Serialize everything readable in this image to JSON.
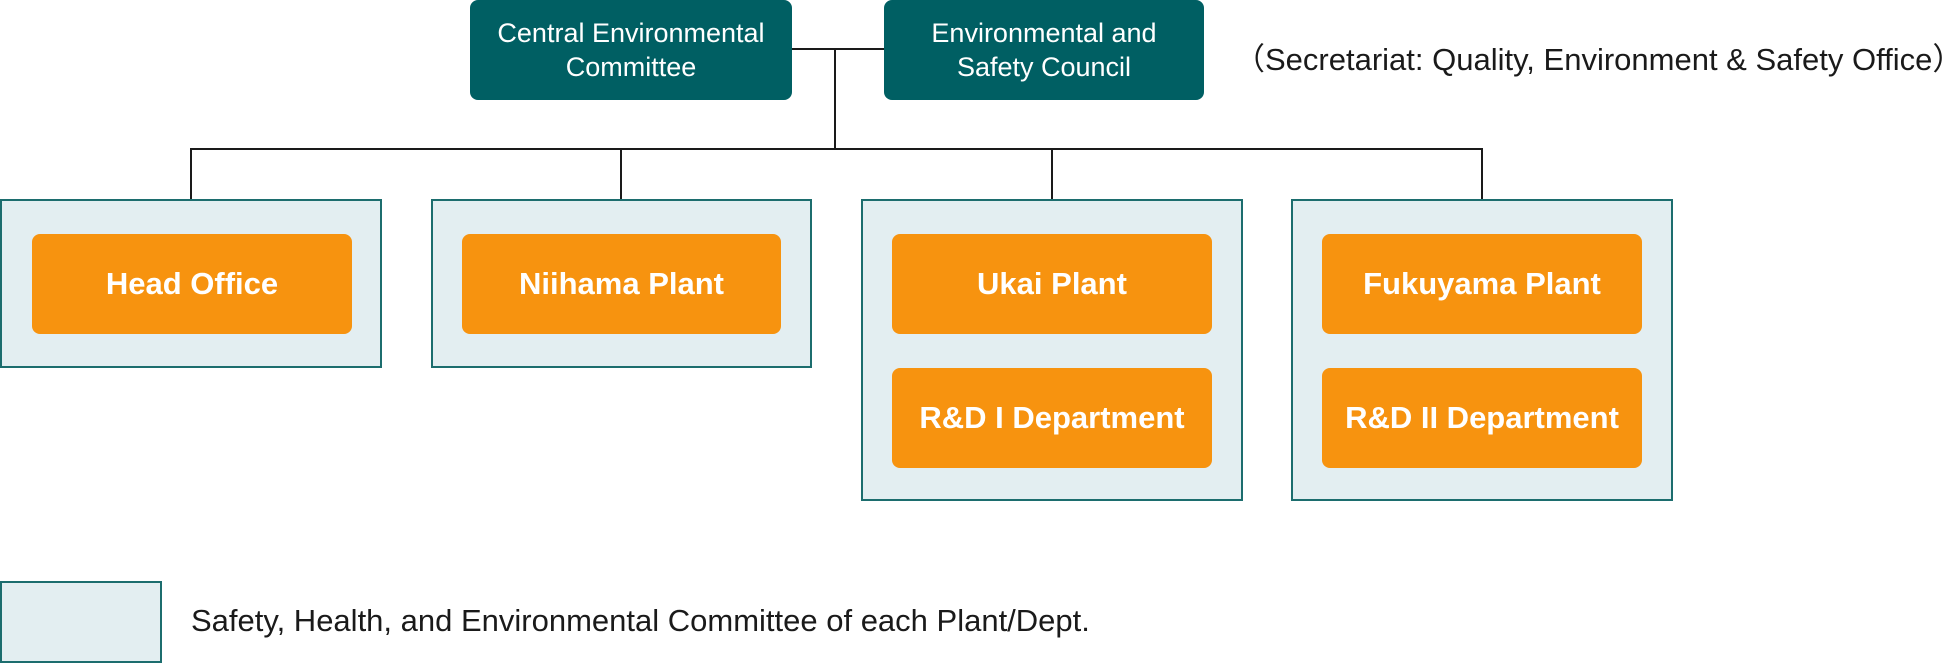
{
  "top": {
    "committee": "Central Environmental\nCommittee",
    "council": "Environmental and\nSafety Council",
    "secretariat": "（Secretariat: Quality, Environment & Safety Office）"
  },
  "groups": [
    {
      "units": [
        "Head Office"
      ]
    },
    {
      "units": [
        "Niihama Plant"
      ]
    },
    {
      "units": [
        "Ukai Plant",
        "R&D I Department"
      ]
    },
    {
      "units": [
        "Fukuyama Plant",
        "R&D II Department"
      ]
    }
  ],
  "legend": {
    "label": "Safety, Health, and Environmental Committee of each Plant/Dept."
  },
  "colors": {
    "teal": "#005f63",
    "orange": "#f7930f",
    "panel": "#e3eef1"
  }
}
